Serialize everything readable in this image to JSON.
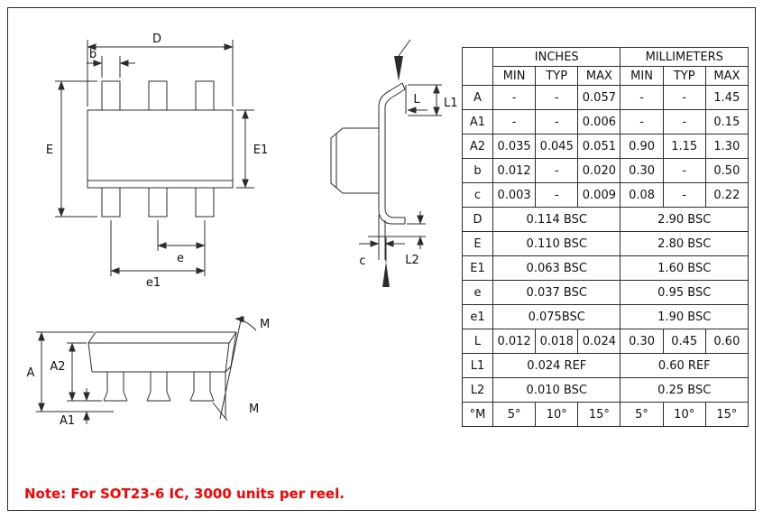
{
  "note": "Note: For SOT23-6 IC, 3000 units per reel.",
  "colors": {
    "note_text": "#ff0000",
    "line": "#2b2b2b",
    "background": "#ffffff"
  },
  "table": {
    "unit_headers": [
      "INCHES",
      "MILLIMETERS"
    ],
    "sub_headers": [
      "MIN",
      "TYP",
      "MAX",
      "MIN",
      "TYP",
      "MAX"
    ],
    "rows": [
      {
        "sym": "A",
        "span": false,
        "cells": [
          "-",
          "-",
          "0.057",
          "-",
          "-",
          "1.45"
        ]
      },
      {
        "sym": "A1",
        "span": false,
        "cells": [
          "-",
          "-",
          "0.006",
          "-",
          "-",
          "0.15"
        ]
      },
      {
        "sym": "A2",
        "span": false,
        "cells": [
          "0.035",
          "0.045",
          "0.051",
          "0.90",
          "1.15",
          "1.30"
        ]
      },
      {
        "sym": "b",
        "span": false,
        "cells": [
          "0.012",
          "-",
          "0.020",
          "0.30",
          "-",
          "0.50"
        ]
      },
      {
        "sym": "c",
        "span": false,
        "cells": [
          "0.003",
          "-",
          "0.009",
          "0.08",
          "-",
          "0.22"
        ]
      },
      {
        "sym": "D",
        "span": true,
        "inches": "0.114 BSC",
        "mm": "2.90 BSC"
      },
      {
        "sym": "E",
        "span": true,
        "inches": "0.110 BSC",
        "mm": "2.80 BSC"
      },
      {
        "sym": "E1",
        "span": true,
        "inches": "0.063 BSC",
        "mm": "1.60 BSC"
      },
      {
        "sym": "e",
        "span": true,
        "inches": "0.037 BSC",
        "mm": "0.95 BSC"
      },
      {
        "sym": "e1",
        "span": true,
        "inches": "0.075BSC",
        "mm": "1.90 BSC"
      },
      {
        "sym": "L",
        "span": false,
        "cells": [
          "0.012",
          "0.018",
          "0.024",
          "0.30",
          "0.45",
          "0.60"
        ]
      },
      {
        "sym": "L1",
        "span": true,
        "inches": "0.024 REF",
        "mm": "0.60 REF"
      },
      {
        "sym": "L2",
        "span": true,
        "inches": "0.010 BSC",
        "mm": "0.25 BSC"
      },
      {
        "sym": "°M",
        "span": false,
        "cells": [
          "5°",
          "10°",
          "15°",
          "5°",
          "10°",
          "15°"
        ]
      }
    ]
  },
  "labels": {
    "top_view": {
      "D": "D",
      "b": "b",
      "E": "E",
      "E1": "E1",
      "e": "e",
      "e1": "e1"
    },
    "side_view": {
      "L": "L",
      "L1": "L1",
      "c": "c",
      "L2": "L2"
    },
    "front_view": {
      "A": "A",
      "A2": "A2",
      "A1": "A1",
      "M_top": "M",
      "M_bottom": "M"
    }
  }
}
